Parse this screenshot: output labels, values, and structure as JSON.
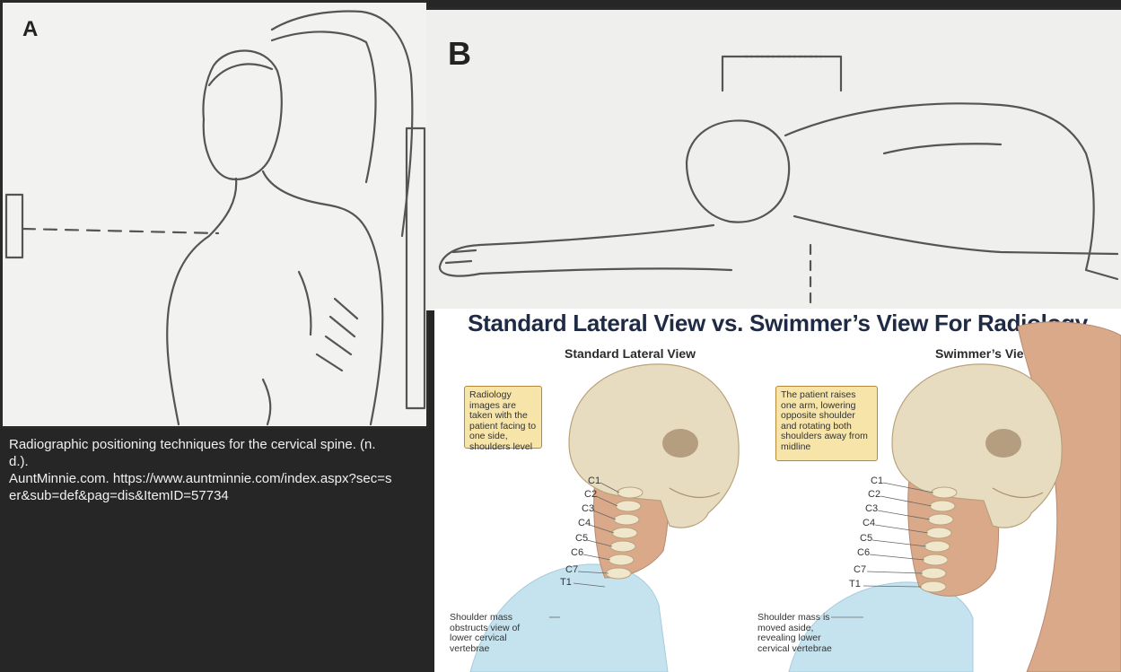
{
  "panel_a": {
    "letter": "A"
  },
  "panel_b": {
    "letter": "B"
  },
  "citation": {
    "line1": "Radiographic positioning techniques for the cervical spine. (n.d.).",
    "line2": "AuntMinnie.com. https://www.auntminnie.com/index.aspx?sec=ser&sub=def&pag=dis&ItemID=57734"
  },
  "comparison": {
    "title": "Standard Lateral View vs. Swimmer’s View For Radiology",
    "left": {
      "heading": "Standard Lateral View",
      "callout": "Radiology images are taken with the patient facing to one side, shoulders level",
      "note": "Shoulder mass obstructs view of lower cervical vertebrae"
    },
    "right": {
      "heading": "Swimmer’s View",
      "callout": "The patient raises one arm, lowering opposite shoulder and rotating both shoulders away from midline",
      "note": "Shoulder mass is moved aside, revealing lower cervical vertebrae"
    },
    "vertebrae": [
      "C1",
      "C2",
      "C3",
      "C4",
      "C5",
      "C6",
      "C7",
      "T1"
    ]
  },
  "colors": {
    "background": "#262626",
    "skin": "#d9a98a",
    "bone": "#e8dcc0",
    "shoulder_mass": "#bfe0ee",
    "callout": "#f6e4a9",
    "title": "#1f2a44"
  }
}
